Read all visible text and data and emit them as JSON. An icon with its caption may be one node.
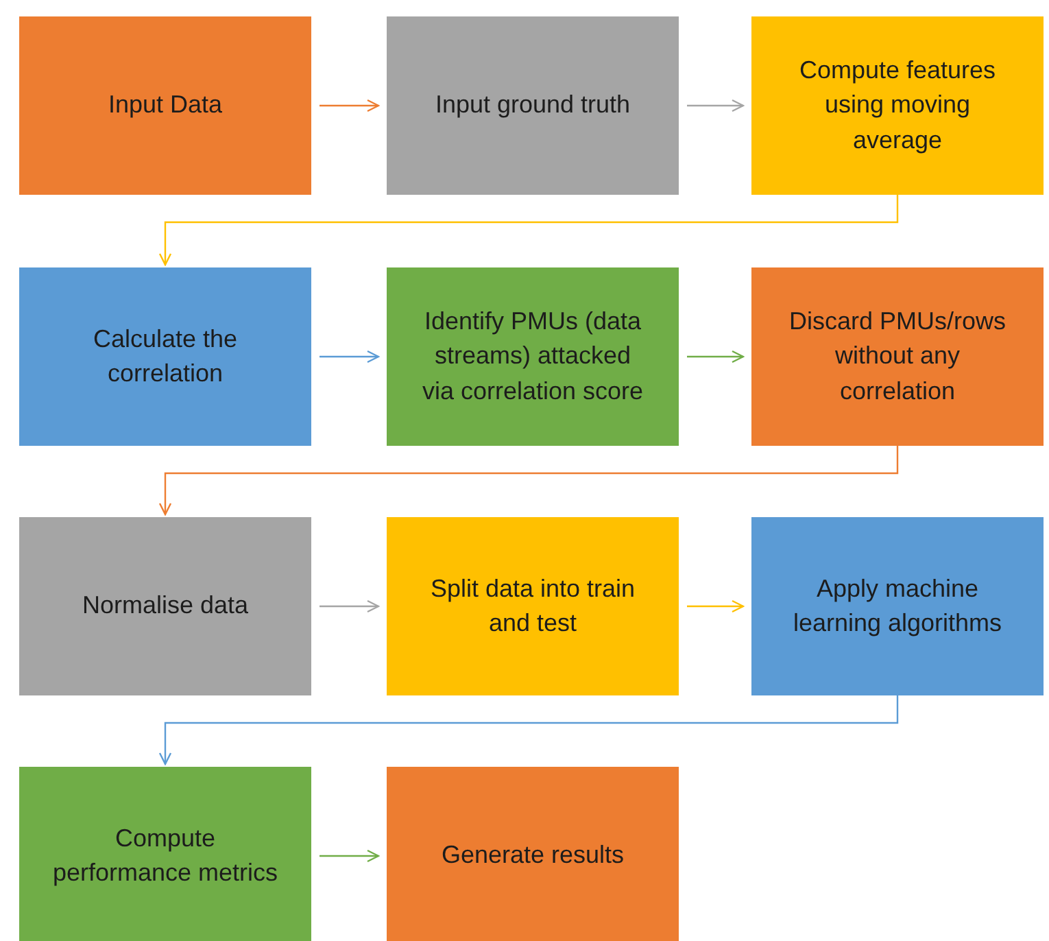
{
  "diagram": {
    "nodes": [
      {
        "text": [
          "Input Data"
        ]
      },
      {
        "text": [
          "Input ground truth"
        ]
      },
      {
        "text": [
          "Compute features using moving average"
        ]
      },
      {
        "text": [
          "Calculate the correlation"
        ]
      },
      {
        "text": [
          "Identify PMUs (data streams) attacked via correlation score"
        ]
      },
      {
        "text": [
          "Discard PMUs/rows without any correlation"
        ]
      },
      {
        "text": [
          "Normalise data"
        ]
      },
      {
        "text": [
          "Split data into train and test"
        ]
      },
      {
        "text": [
          "Apply machine learning algorithms"
        ]
      },
      {
        "text": [
          "Compute performance metrics"
        ]
      },
      {
        "text": [
          "Generate results"
        ]
      }
    ],
    "edges": [
      {
        "from": 0,
        "to": 1,
        "arrow": "to",
        "color": "#ed7d31"
      },
      {
        "from": 1,
        "to": 2,
        "arrow": "to",
        "color": "#a5a5a5"
      },
      {
        "from": 2,
        "to": 3,
        "arrow": "to",
        "color": "#ffc000"
      },
      {
        "from": 3,
        "to": 4,
        "arrow": "to",
        "color": "#5b9bd5"
      },
      {
        "from": 4,
        "to": 5,
        "arrow": "to",
        "color": "#70ad47"
      },
      {
        "from": 5,
        "to": 6,
        "arrow": "to",
        "color": "#ed7d31"
      },
      {
        "from": 6,
        "to": 7,
        "arrow": "to",
        "color": "#a5a5a5"
      },
      {
        "from": 7,
        "to": 8,
        "arrow": "to",
        "color": "#ffc000"
      },
      {
        "from": 8,
        "to": 9,
        "arrow": "to",
        "color": "#5b9bd5"
      },
      {
        "from": 9,
        "to": 10,
        "arrow": "to",
        "color": "#70ad47"
      }
    ]
  }
}
